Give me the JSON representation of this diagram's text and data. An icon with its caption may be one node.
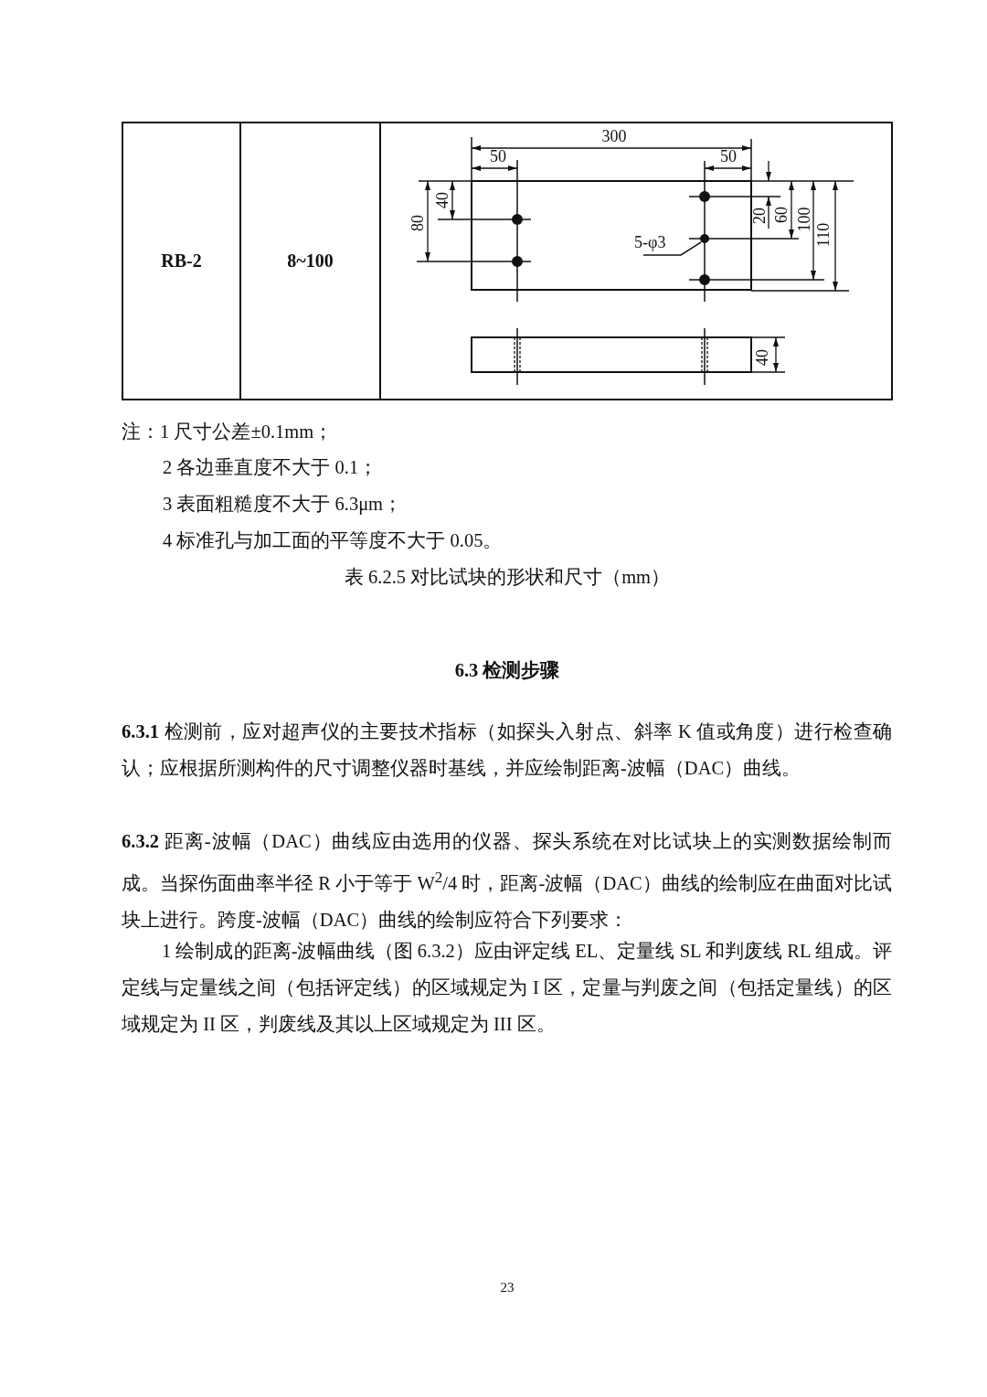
{
  "diagram": {
    "nodes": [
      {
        "text": [
          "5-φ3"
        ]
      },
      {
        "text": [],
        "shape": "circle"
      }
    ],
    "edges": [
      {
        "from": 0,
        "to": 1,
        "arrow": "none"
      }
    ],
    "labels": [
      "RB-2",
      "8~100",
      "300",
      "50",
      "50",
      "40",
      "80",
      "20",
      "60",
      "100",
      "110",
      "40",
      "注：1 尺寸公差±0.1mm；",
      "2 各边垂直度不大于 0.1；",
      "3 表面粗糙度不大于 6.3μm；",
      "4 标准孔与加工面的平等度不大于 0.05。",
      "表 6.2.5 对比试块的形状和尺寸（mm）",
      "6.3 检测步骤",
      "**6.3.1** 检测前，应对超声仪的主要技术指标（如探头入射点、斜率 K 值或角度）进行检查确认；应根据所测构件的尺寸调整仪器时基线，并应绘制距离-波幅（DAC）曲线。",
      "**6.3.2** 距离-波幅（DAC）曲线应由选用的仪器、探头系统在对比试块上的实测数据绘制而成。当探伤面曲率半径 R 小于等于 W$^{2}$/4 时，距离-波幅（DAC）曲线的绘制应在曲面对比试块上进行。跨度-波幅（DAC）曲线的绘制应符合下列要求：",
      "1 绘制成的距离-波幅曲线（图 6.3.2）应由评定线 EL、定量线 SL 和判废线 RL 组成。评定线与定量线之间（包括评定线）的区域规定为 I 区，定量与判废之间（包括定量线）的区域规定为 II 区，判废线及其以上区域规定为 III 区。",
      "23"
    ]
  }
}
